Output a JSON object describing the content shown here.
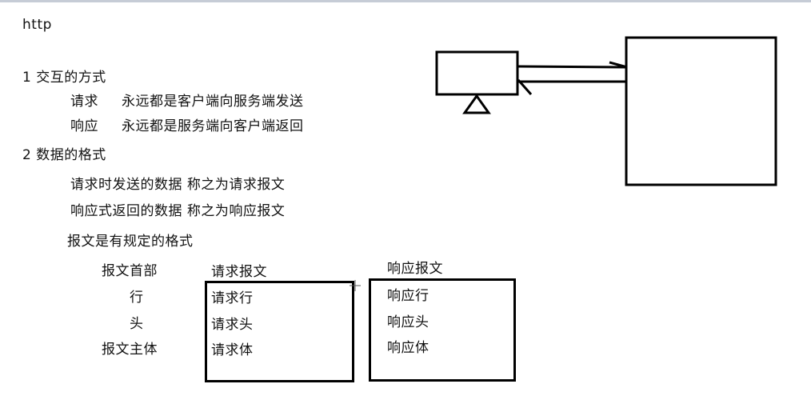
{
  "title": "http",
  "section1": {
    "heading": "1 交互的方式",
    "rows": [
      {
        "label": "请求",
        "desc": "永远都是客户端向服务端发送"
      },
      {
        "label": "响应",
        "desc": "永远都是服务端向客户端返回"
      }
    ]
  },
  "section2": {
    "heading": "2 数据的格式",
    "lines": [
      "请求时发送的数据 称之为请求报文",
      "响应式返回的数据 称之为响应报文"
    ],
    "note": "报文是有规定的格式",
    "structure": {
      "labels": [
        "报文首部",
        "行",
        "头",
        "报文主体"
      ],
      "request": {
        "title": "请求报文",
        "items": [
          "请求行",
          "请求头",
          "请求体"
        ]
      },
      "response": {
        "title": "响应报文",
        "items": [
          "响应行",
          "响应头",
          "响应体"
        ]
      }
    }
  },
  "diagram": {
    "client": "client-monitor",
    "server": "server-box",
    "arrows": [
      "request-arrow-to-server",
      "response-arrow-to-client"
    ]
  }
}
